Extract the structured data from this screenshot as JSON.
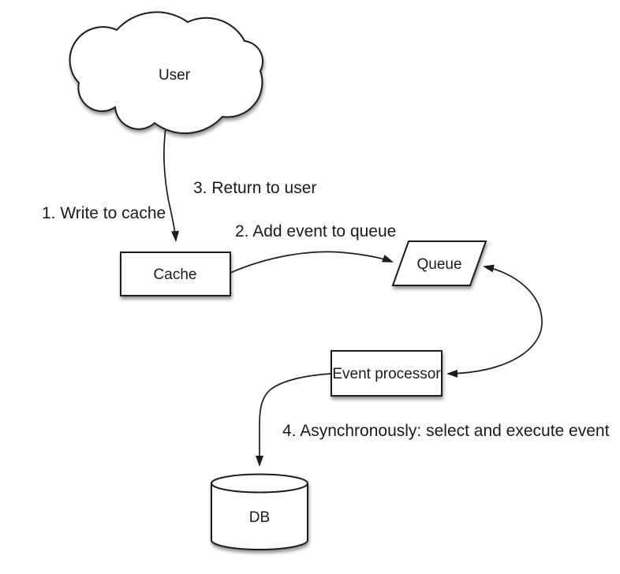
{
  "diagram": {
    "background_color": "#ffffff",
    "shape_fill_color": "#ffffff",
    "line_color": "#1c1c1c",
    "text_color": "#1a1a1a",
    "nodes": [
      {
        "id": "user",
        "shape": "cloud",
        "label": "User"
      },
      {
        "id": "cache",
        "shape": "rectangle",
        "label": "Cache"
      },
      {
        "id": "queue",
        "shape": "parallelogram",
        "label": "Queue"
      },
      {
        "id": "event-processor",
        "shape": "rectangle",
        "label": "Event processor"
      },
      {
        "id": "db",
        "shape": "cylinder",
        "label": "DB"
      }
    ],
    "edges": [
      {
        "from": "user",
        "to": "cache",
        "arrowheads": "end"
      },
      {
        "from": "cache",
        "to": "queue",
        "arrowheads": "end"
      },
      {
        "from": "queue",
        "to": "event-processor",
        "arrowheads": "both"
      },
      {
        "from": "event-processor",
        "to": "db",
        "arrowheads": "end"
      }
    ],
    "annotations": [
      {
        "step": "1",
        "text": "1. Write to cache"
      },
      {
        "step": "2",
        "text": "2. Add event to queue"
      },
      {
        "step": "3",
        "text": "3. Return to user"
      },
      {
        "step": "4",
        "text": "4. Asynchronously: select and execute event"
      }
    ]
  }
}
